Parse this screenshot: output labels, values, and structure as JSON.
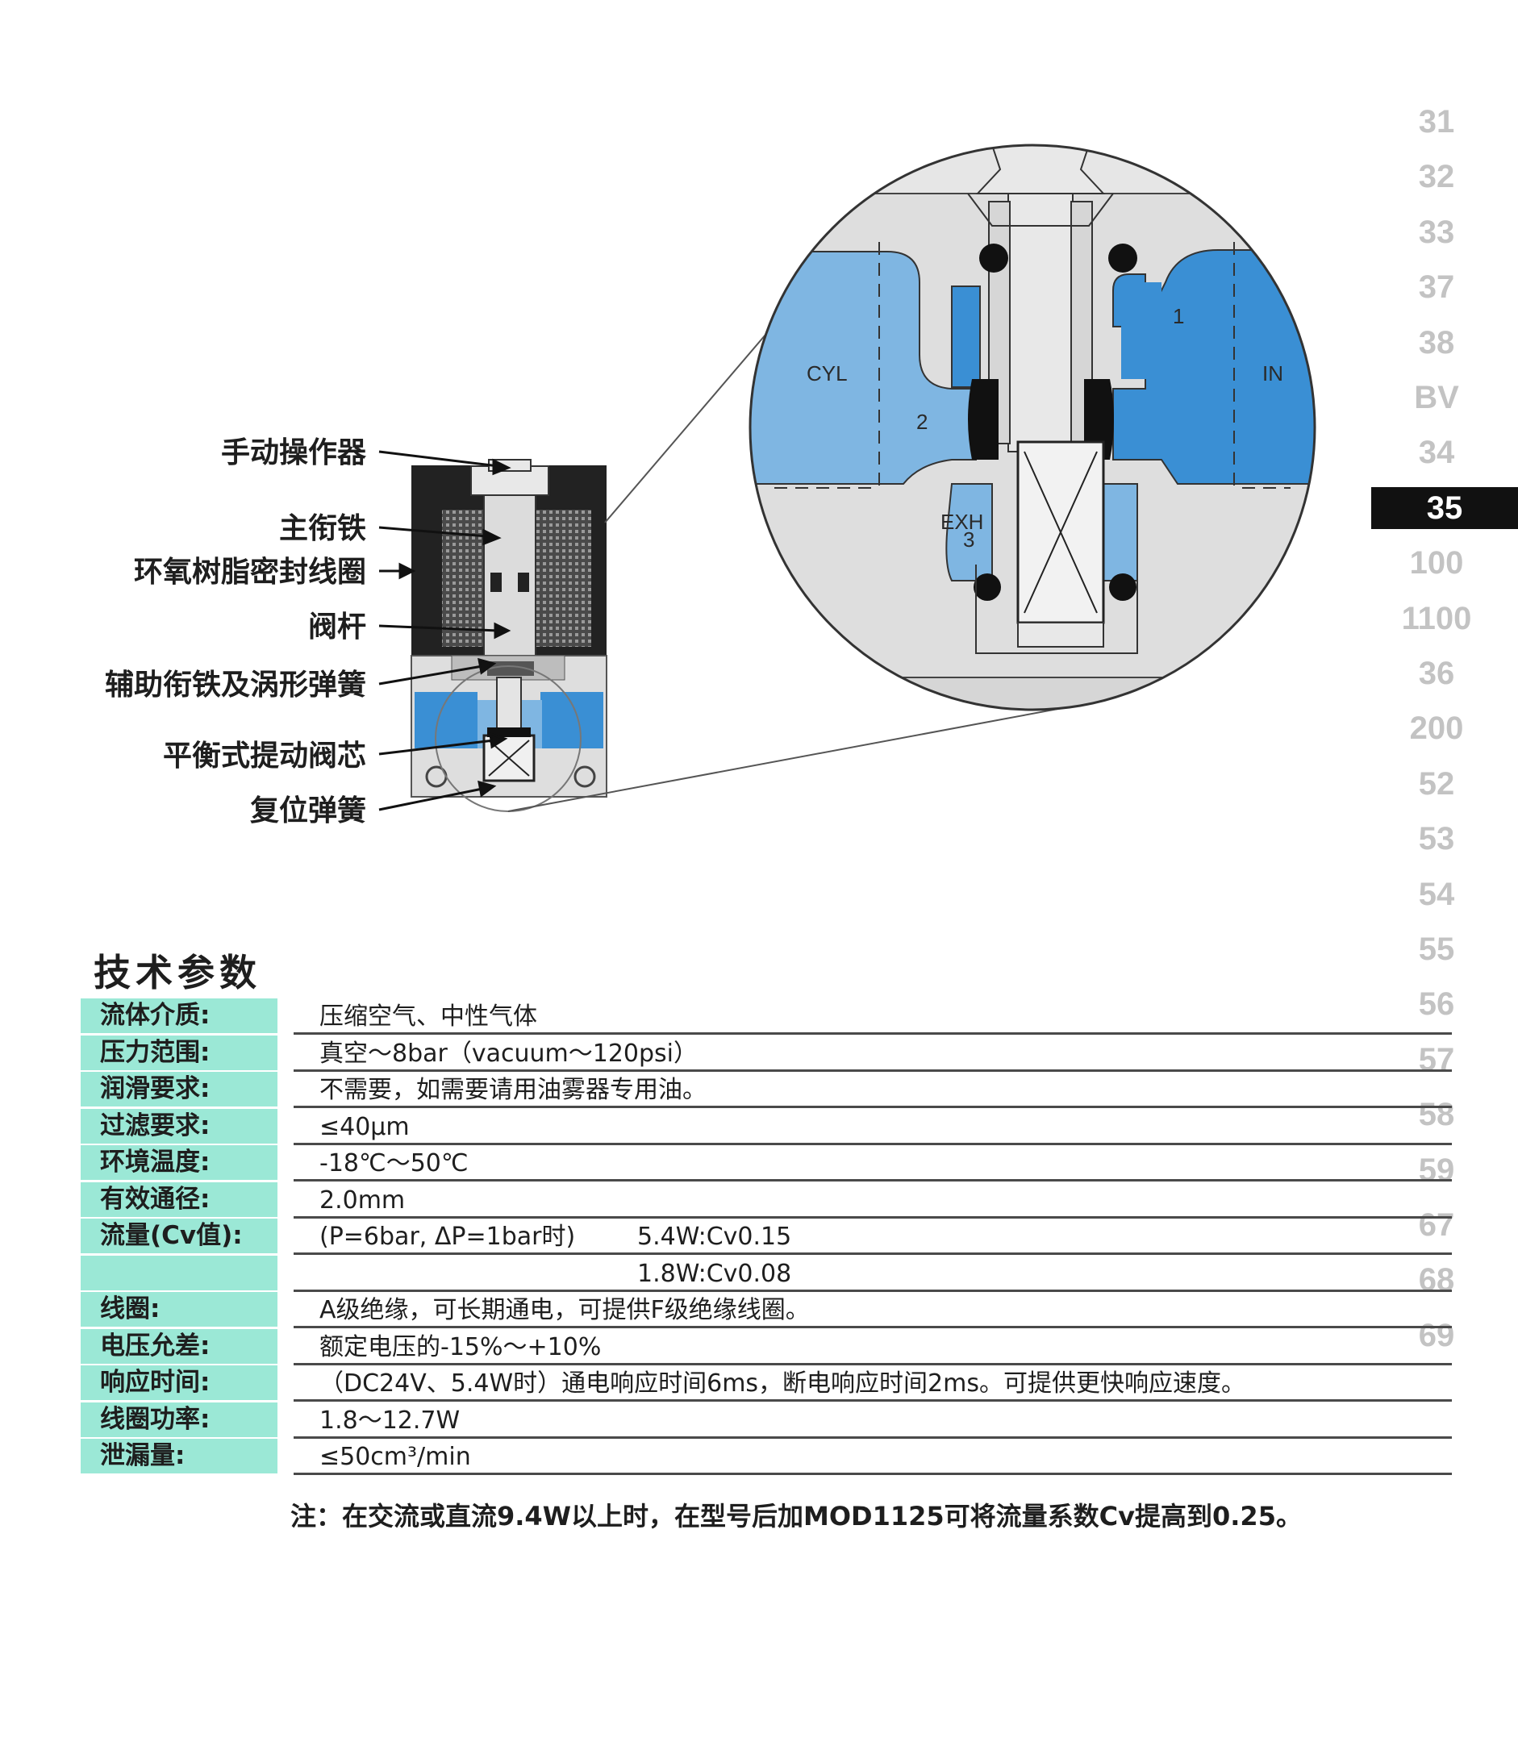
{
  "side_index": {
    "items": [
      "31",
      "32",
      "33",
      "37",
      "38",
      "BV",
      "34",
      "35",
      "100",
      "1100",
      "36",
      "200",
      "52",
      "53",
      "54",
      "55",
      "56",
      "57",
      "58",
      "59",
      "67",
      "68",
      "69"
    ],
    "active": "35"
  },
  "diagram": {
    "callouts": {
      "manual_operator": "手动操作器",
      "main_armature": "主衔铁",
      "epoxy_coil": "环氧树脂密封线圈",
      "valve_stem": "阀杆",
      "aux_armature": "辅助衔铁及涡形弹簧",
      "poppet": "平衡式提动阀芯",
      "return_spring": "复位弹簧"
    },
    "ports": {
      "cyl": "CYL",
      "port2": "2",
      "in": "IN",
      "port1": "1",
      "exh": "EXH",
      "port3": "3"
    },
    "colors": {
      "fluid": "#3a8fd4",
      "fluid_light": "#7fb6e2",
      "body": "#dedede",
      "seal": "#111111"
    }
  },
  "specs": {
    "title": "技术参数",
    "rows": [
      {
        "label": "流体介质:",
        "value": "压缩空气、中性气体"
      },
      {
        "label": "压力范围:",
        "value": "真空～8bar（vacuum～120psi）"
      },
      {
        "label": "润滑要求:",
        "value": "不需要，如需要请用油雾器专用油。"
      },
      {
        "label": "过滤要求:",
        "value": "≤40μm"
      },
      {
        "label": "环境温度:",
        "value": "-18℃～50℃"
      },
      {
        "label": "有效通径:",
        "value": "2.0mm"
      },
      {
        "label": "流量(Cv值):",
        "value": "(P=6bar, ΔP=1bar时)",
        "value2": "5.4W:Cv0.15"
      },
      {
        "label": "",
        "value": "",
        "value2": "1.8W:Cv0.08"
      },
      {
        "label": "线圈:",
        "value": "A级绝缘，可长期通电，可提供F级绝缘线圈。"
      },
      {
        "label": "电压允差:",
        "value": "额定电压的-15%～+10%"
      },
      {
        "label": "响应时间:",
        "value": "（DC24V、5.4W时）通电响应时间6ms，断电响应时间2ms。可提供更快响应速度。"
      },
      {
        "label": "线圈功率:",
        "value": "1.8～12.7W"
      },
      {
        "label": "泄漏量:",
        "value": "≤50cm³/min"
      }
    ],
    "note": "注：在交流或直流9.4W以上时，在型号后加MOD1125可将流量系数Cv提高到0.25。"
  }
}
